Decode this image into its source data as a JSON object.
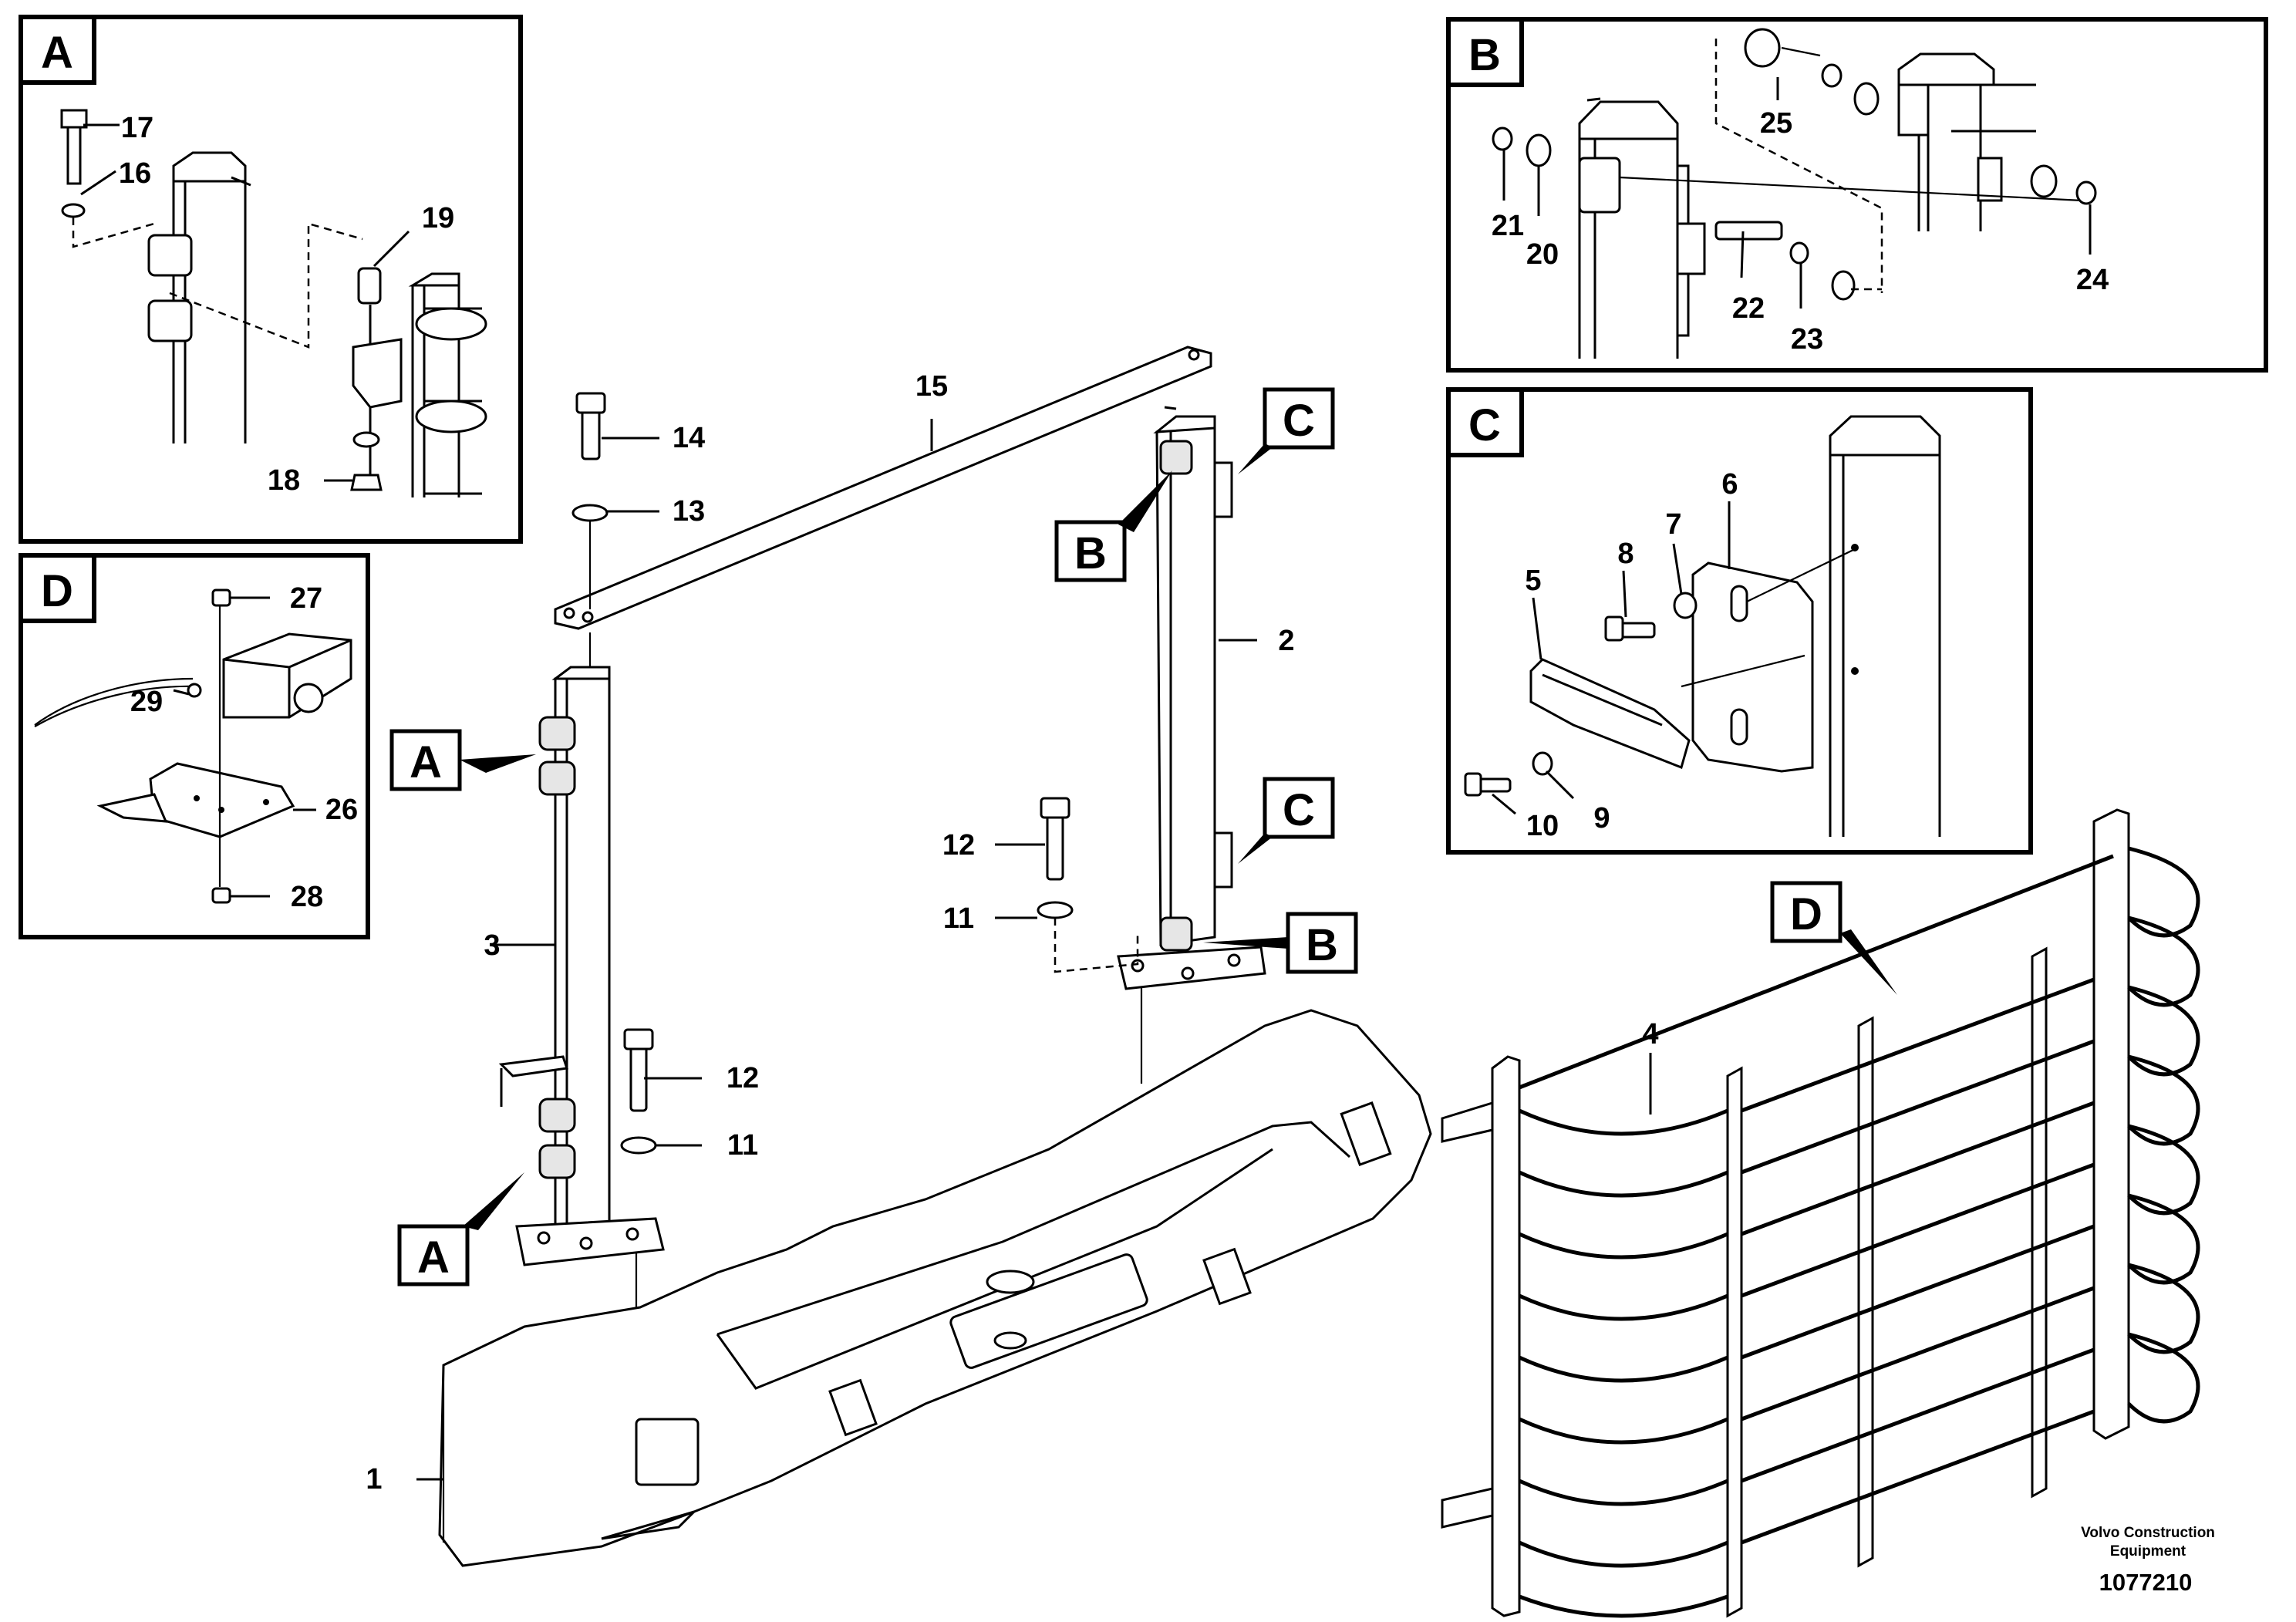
{
  "diagram": {
    "callouts": [
      "1",
      "2",
      "3",
      "4",
      "5",
      "6",
      "7",
      "8",
      "9",
      "10",
      "11",
      "12",
      "13",
      "14",
      "15",
      "16",
      "17",
      "18",
      "19",
      "20",
      "21",
      "22",
      "23",
      "24",
      "25",
      "26",
      "27",
      "28",
      "29"
    ],
    "detail_tags": {
      "a": "A",
      "b": "B",
      "c": "C",
      "d": "D"
    },
    "footer": {
      "brand_line1": "Volvo Construction",
      "brand_line2": "Equipment",
      "doc_number": "1077210"
    }
  }
}
